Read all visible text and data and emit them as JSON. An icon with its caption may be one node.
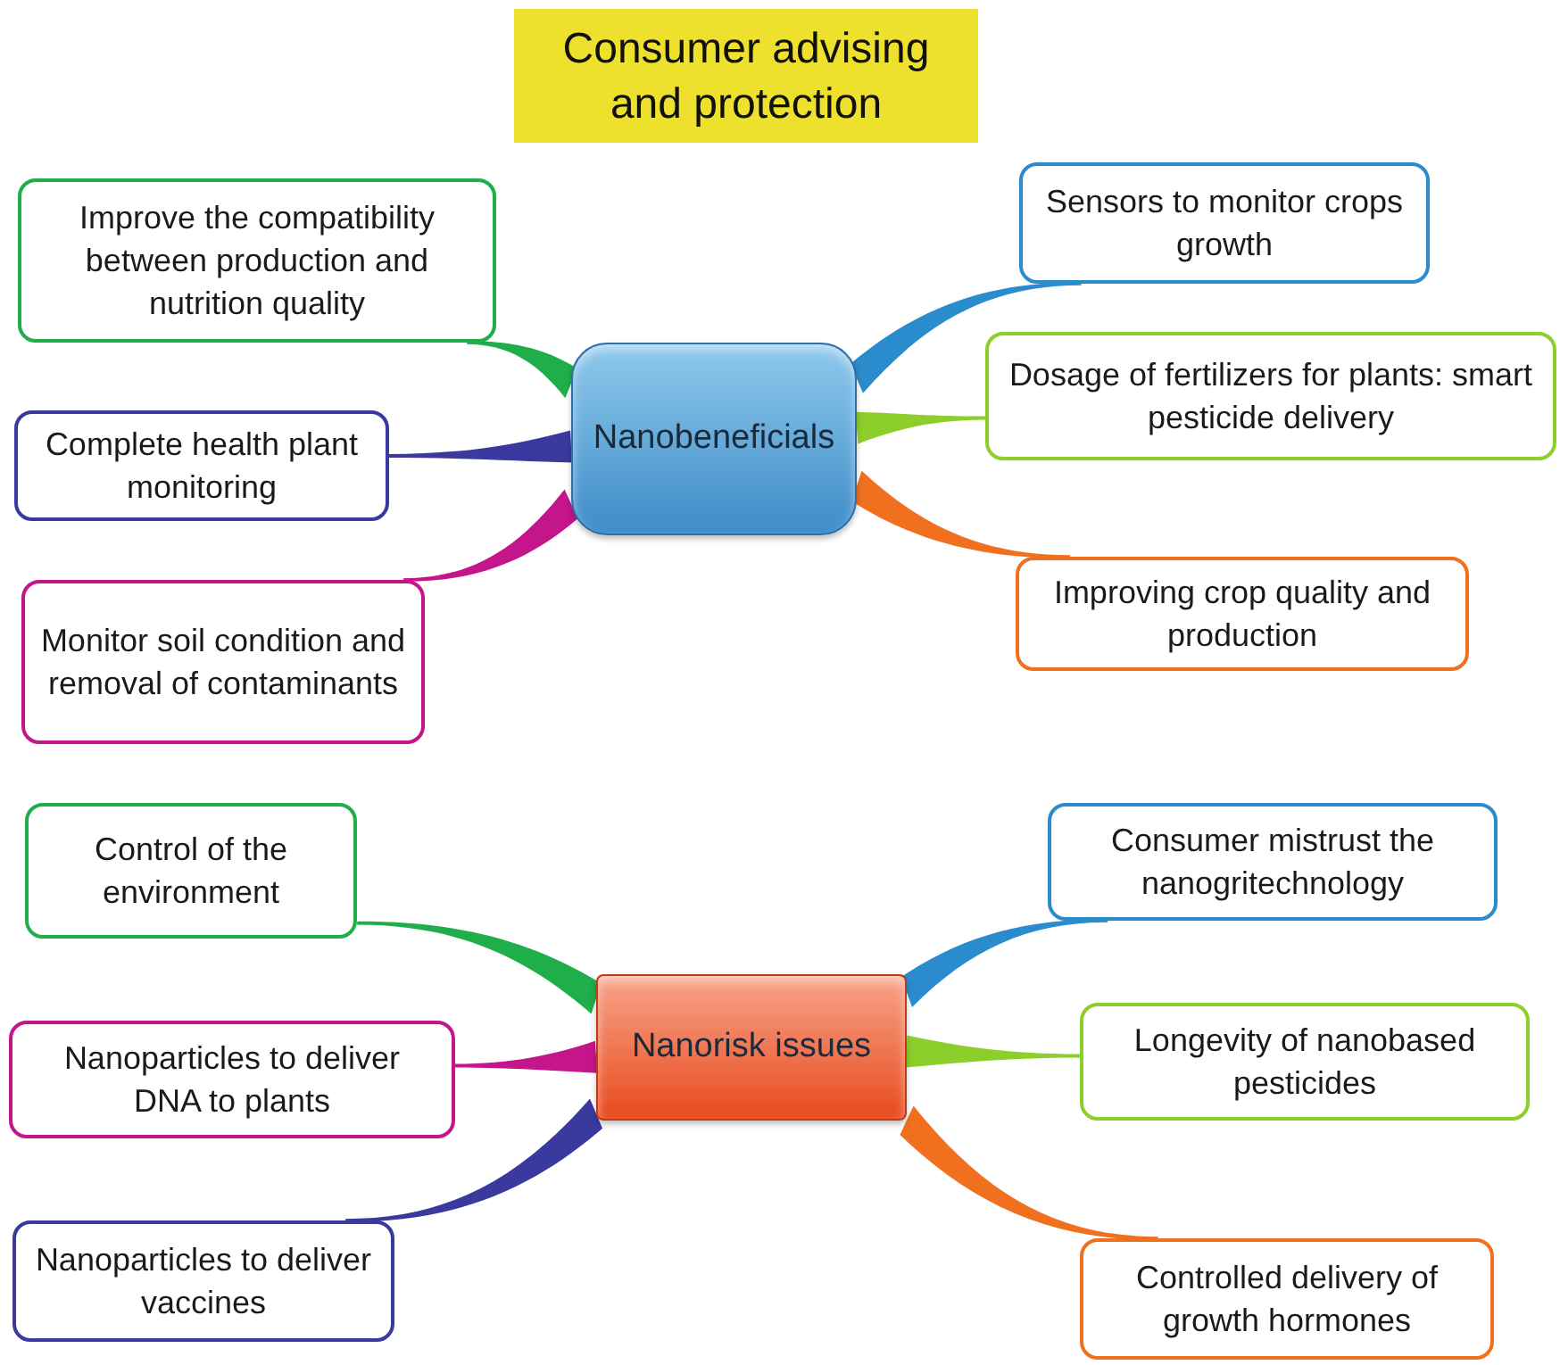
{
  "diagram": {
    "title": "Consumer advising and protection",
    "nodes": [
      {
        "text": [
          "Nanobeneficials"
        ]
      },
      {
        "text": [
          "Improve the compatibility between production and nutrition quality"
        ]
      },
      {
        "text": [
          "Complete health plant monitoring"
        ]
      },
      {
        "text": [
          "Monitor soil condition and removal of contaminants"
        ]
      },
      {
        "text": [
          "Sensors to monitor crops growth"
        ]
      },
      {
        "text": [
          "Dosage of fertilizers for plants: smart pesticide delivery"
        ]
      },
      {
        "text": [
          "Improving crop quality and production"
        ]
      },
      {
        "text": [
          "Nanorisk issues"
        ]
      },
      {
        "text": [
          "Control of the environment"
        ]
      },
      {
        "text": [
          "Nanoparticles to deliver DNA to plants"
        ]
      },
      {
        "text": [
          "Nanoparticles to deliver vaccines"
        ]
      },
      {
        "text": [
          "Consumer mistrust the nanogritechnology"
        ]
      },
      {
        "text": [
          "Longevity of nanobased pesticides"
        ]
      },
      {
        "text": [
          "Controlled delivery of growth hormones"
        ]
      }
    ],
    "edges": [
      {
        "from": 0,
        "to": 1,
        "arrow": "none",
        "color": "#1fae4a"
      },
      {
        "from": 0,
        "to": 2,
        "arrow": "none",
        "color": "#3a3a9e"
      },
      {
        "from": 0,
        "to": 3,
        "arrow": "none",
        "color": "#c4168a"
      },
      {
        "from": 0,
        "to": 4,
        "arrow": "none",
        "color": "#2a8ccc"
      },
      {
        "from": 0,
        "to": 5,
        "arrow": "none",
        "color": "#8ccf2a"
      },
      {
        "from": 0,
        "to": 6,
        "arrow": "none",
        "color": "#f07020"
      },
      {
        "from": 7,
        "to": 8,
        "arrow": "none",
        "color": "#1fae4a"
      },
      {
        "from": 7,
        "to": 9,
        "arrow": "none",
        "color": "#c4168a"
      },
      {
        "from": 7,
        "to": 10,
        "arrow": "none",
        "color": "#3a3a9e"
      },
      {
        "from": 7,
        "to": 11,
        "arrow": "none",
        "color": "#2a8ccc"
      },
      {
        "from": 7,
        "to": 12,
        "arrow": "none",
        "color": "#8ccf2a"
      },
      {
        "from": 7,
        "to": 13,
        "arrow": "none",
        "color": "#f07020"
      }
    ]
  }
}
